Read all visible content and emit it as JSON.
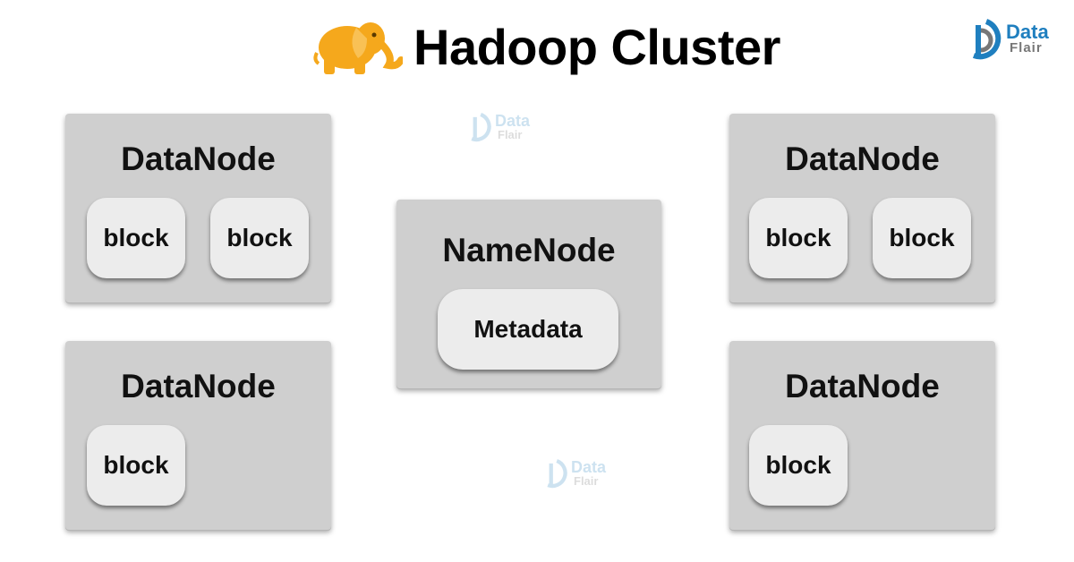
{
  "header": {
    "title": "Hadoop Cluster"
  },
  "brand": {
    "line1": "Data",
    "line2": "Flair"
  },
  "watermark": {
    "line1": "Data",
    "line2": "Flair"
  },
  "namenode": {
    "title": "NameNode",
    "metadata": "Metadata"
  },
  "datanodes": [
    {
      "title": "DataNode",
      "blocks": [
        "block",
        "block"
      ]
    },
    {
      "title": "DataNode",
      "blocks": [
        "block"
      ]
    },
    {
      "title": "DataNode",
      "blocks": [
        "block",
        "block"
      ]
    },
    {
      "title": "DataNode",
      "blocks": [
        "block"
      ]
    }
  ],
  "colors": {
    "panel": "#cfcfcf",
    "block": "#ececec",
    "elephant": "#f5a81c",
    "brand_blue": "#1f7fbf"
  }
}
